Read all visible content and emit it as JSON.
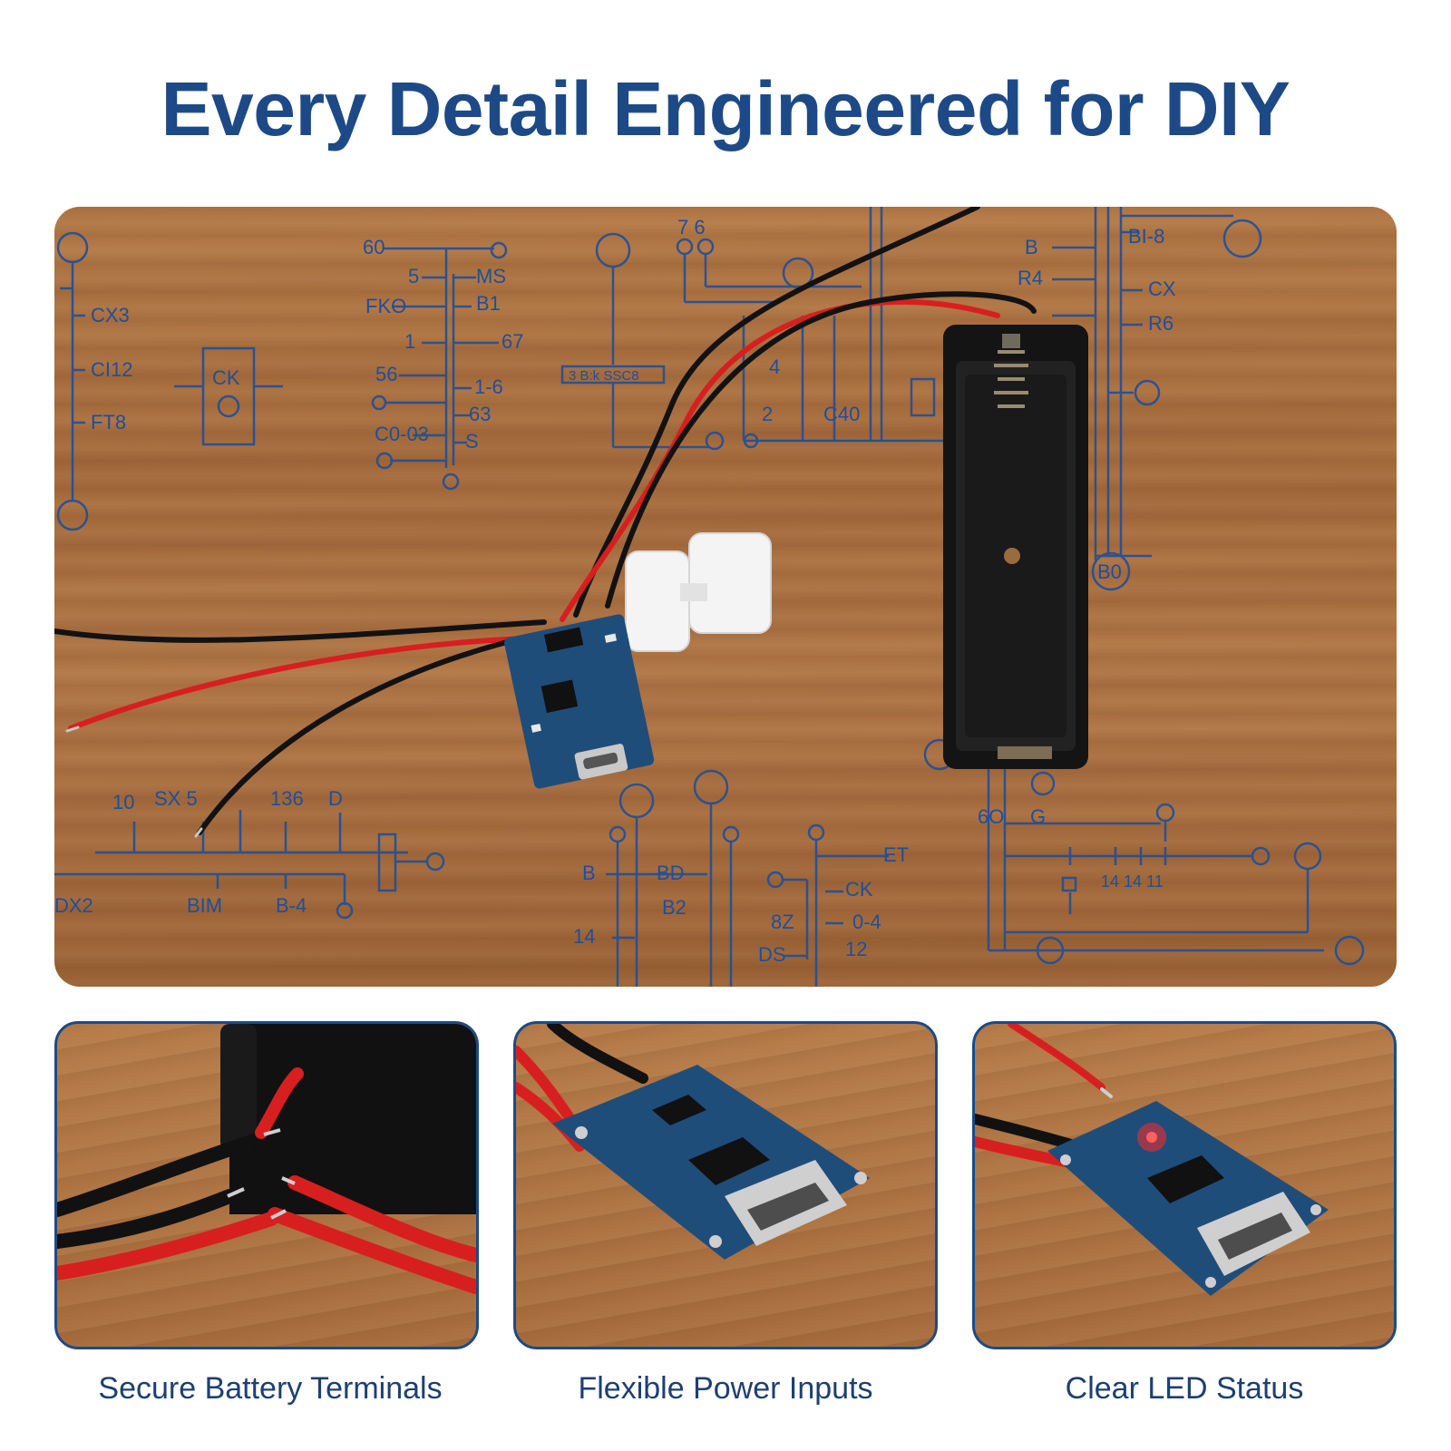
{
  "headline": "Every Detail Engineered for DIY",
  "schematic_labels": {
    "cx3": "CX3",
    "ci12": "CI12",
    "ft8": "FT8",
    "ck": "CK",
    "s60": "60",
    "b5": "5",
    "ms": "MS",
    "b1": "B1",
    "fko": "FKO",
    "n1": "1",
    "s67": "67",
    "s56": "56",
    "s16": "1-6",
    "s63": "63",
    "co03": "C0-03",
    "ss": "S",
    "bb": "3 B:k SSC8",
    "n76": "7 6",
    "n4": "4",
    "n2": "2",
    "c40": "C40",
    "bi8": "BI-8",
    "bx": "B",
    "r4": "R4",
    "cx": "CX",
    "r6": "R6",
    "b20": "B0",
    "s10": "10",
    "sx5": "SX 5",
    "s136": "136",
    "dd": "D",
    "dx2": "DX2",
    "bim": "BIM",
    "b4": "B-4",
    "bd": "BD",
    "b2": "B2",
    "s14": "14",
    "et": "ET",
    "ck2": "CK",
    "s8z": "8Z",
    "s04": "0-4",
    "ds": "DS",
    "s12": "12",
    "s6o": "6O",
    "g": "G",
    "s141411": "14 14 11"
  },
  "panels": [
    {
      "caption": "Secure Battery Terminals"
    },
    {
      "caption": "Flexible Power Inputs"
    },
    {
      "caption": "Clear LED Status"
    }
  ],
  "colors": {
    "headline": "#1d4a86",
    "schematic_ink": "#1f4f9a",
    "wood": "#a86d3e",
    "wire_red": "#d81f1f",
    "wire_black": "#121212",
    "pcb_blue": "#1f4d7a",
    "panel_border": "#1d4a86",
    "caption": "#1d3f73"
  }
}
